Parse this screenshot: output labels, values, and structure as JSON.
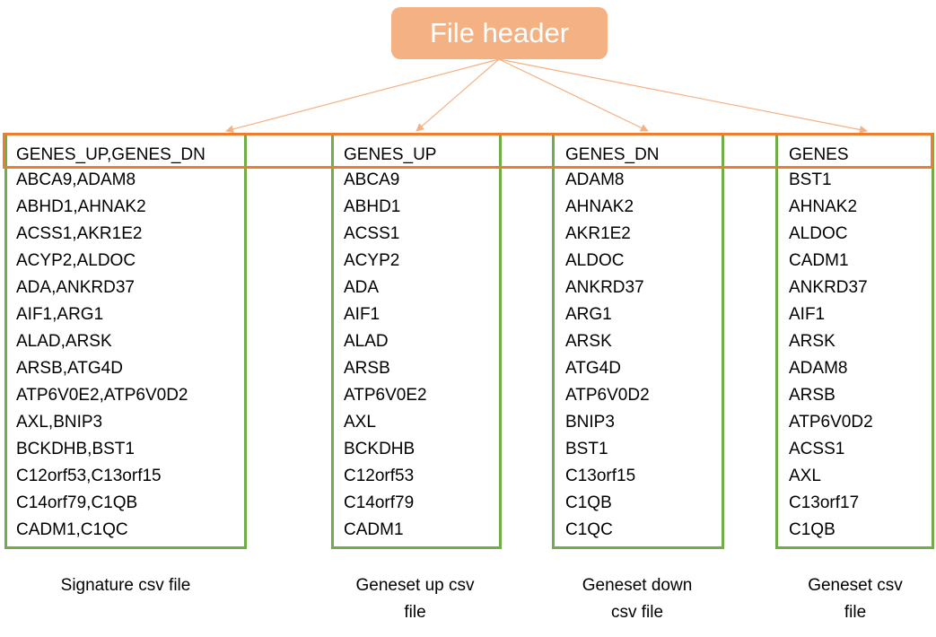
{
  "file_header": {
    "label": "File header"
  },
  "colors": {
    "header_fill": "#f4b183",
    "header_text": "#ffffff",
    "arrow": "#f4b183",
    "header_band": "#ed7d31",
    "column_border": "#70ad47"
  },
  "columns": [
    {
      "header": "GENES_UP,GENES_DN",
      "rows": [
        "ABCA9,ADAM8",
        "ABHD1,AHNAK2",
        "ACSS1,AKR1E2",
        "ACYP2,ALDOC",
        "ADA,ANKRD37",
        "AIF1,ARG1",
        "ALAD,ARSK",
        "ARSB,ATG4D",
        "ATP6V0E2,ATP6V0D2",
        "AXL,BNIP3",
        "BCKDHB,BST1",
        "C12orf53,C13orf15",
        "C14orf79,C1QB",
        "CADM1,C1QC"
      ],
      "caption_lines": [
        "Signature csv file"
      ]
    },
    {
      "header": "GENES_UP",
      "rows": [
        "ABCA9",
        "ABHD1",
        "ACSS1",
        "ACYP2",
        "ADA",
        "AIF1",
        "ALAD",
        "ARSB",
        "ATP6V0E2",
        "AXL",
        "BCKDHB",
        "C12orf53",
        "C14orf79",
        "CADM1"
      ],
      "caption_lines": [
        "Geneset up csv",
        "file"
      ]
    },
    {
      "header": "GENES_DN",
      "rows": [
        "ADAM8",
        "AHNAK2",
        "AKR1E2",
        "ALDOC",
        "ANKRD37",
        "ARG1",
        "ARSK",
        "ATG4D",
        "ATP6V0D2",
        "BNIP3",
        "BST1",
        "C13orf15",
        "C1QB",
        "C1QC"
      ],
      "caption_lines": [
        "Geneset down",
        "csv file"
      ]
    },
    {
      "header": "GENES",
      "rows": [
        "BST1",
        "AHNAK2",
        "ALDOC",
        "CADM1",
        "ANKRD37",
        "AIF1",
        "ARSK",
        "ADAM8",
        "ARSB",
        "ATP6V0D2",
        "ACSS1",
        "AXL",
        "C13orf17",
        "C1QB"
      ],
      "caption_lines": [
        "Geneset csv",
        "file"
      ]
    }
  ]
}
